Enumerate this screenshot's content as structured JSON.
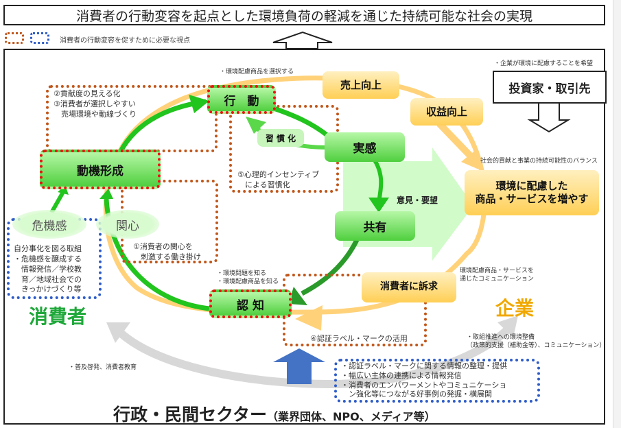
{
  "title": "消費者の行動変容を起点とした環境負荷の軽減を通じた持続可能な社会の実現",
  "legend": {
    "text": "消費者の行動変容を促すために必要な視点",
    "orange_color": "#c0561a",
    "blue_color": "#2e5cc8"
  },
  "cycle": {
    "action": "行　動",
    "recognition": "認 知",
    "motivation": "動機形成",
    "feeling": "実感",
    "sharing": "共有",
    "habit": "習 慣 化",
    "opinion": "意見・要望"
  },
  "notes": {
    "action_note": "・環境配慮商品を選択する",
    "recognition_note": [
      "・環境問題を知る",
      "・環境配慮商品を知る"
    ],
    "perspective_2_3": [
      "②貢献度の見える化",
      "③消費者が選択しやすい",
      "　売場環境や動線づくり"
    ],
    "perspective_5": [
      "⑤心理的インセンティブ",
      "　による習慣化"
    ],
    "perspective_1": [
      "①消費者の関心を",
      "　刺激する働き掛け"
    ],
    "perspective_4": "④認証ラベル・マークの活用"
  },
  "consumer": {
    "label": "消費者",
    "crisis": "危機感",
    "interest": "関心",
    "ownership_text": [
      "自分事化を図る取組",
      "・危機感を醸成する",
      "　情報発信／学校教",
      "　育／地域社会での",
      "　きっかけづくり等"
    ]
  },
  "company": {
    "label": "企業",
    "sales_up": "売上向上",
    "profit_up": "収益向上",
    "increase_products": [
      "環境に配慮した",
      "商品・サービスを増やす"
    ],
    "appeal": "消費者に訴求",
    "balance_note": "社会的貢献と事業の持続可能性のバランス",
    "communication_note": [
      "環境配慮商品・サービスを",
      "通じたコミュニケーション"
    ],
    "env_note": [
      "・取組推進への環境整備",
      "（政策的支援（補助金等）、コミュニケーション）"
    ]
  },
  "investors": {
    "label": "投資家・取引先",
    "note": "・企業が環境に配慮することを希望"
  },
  "sector": {
    "label": "行政・民間セクター",
    "sub": "（業界団体、NPO、メディア等）",
    "education_note": "・普及啓発、消費者教育",
    "items": [
      "・認証ラベル・マークに関する情報の整理・提供",
      "・幅広い主体の連携による情報発信",
      "・消費者のエンパワーメントやコミュニケーショ",
      "　ン強化等につながる好事例の発掘・横展開"
    ]
  },
  "colors": {
    "green": "#22c41e",
    "dark_green": "#2a9a2a",
    "orange": "#ffd27a",
    "consumer_green": "#1fa83a",
    "company_orange": "#f0a800",
    "blue_arrow": "#4472c4",
    "red_dotted": "#ee1111"
  }
}
